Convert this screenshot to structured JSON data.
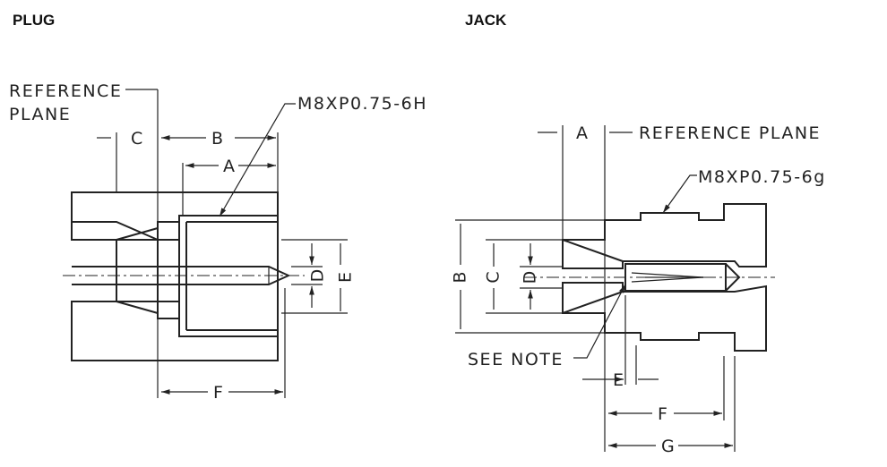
{
  "plug": {
    "title": "PLUG",
    "reference_plane_line1": "REFERENCE",
    "reference_plane_line2": "PLANE",
    "thread": "M8XP0.75-6H",
    "dim_a": "A",
    "dim_b": "B",
    "dim_c": "C",
    "dim_d": "D",
    "dim_e": "E",
    "dim_f": "F"
  },
  "jack": {
    "title": "JACK",
    "reference_plane": "REFERENCE PLANE",
    "thread": "M8XP0.75-6g",
    "see_note": "SEE NOTE",
    "dim_a": "A",
    "dim_b": "B",
    "dim_c": "C",
    "dim_d": "D",
    "dim_e": "E",
    "dim_f": "F",
    "dim_g": "G"
  }
}
